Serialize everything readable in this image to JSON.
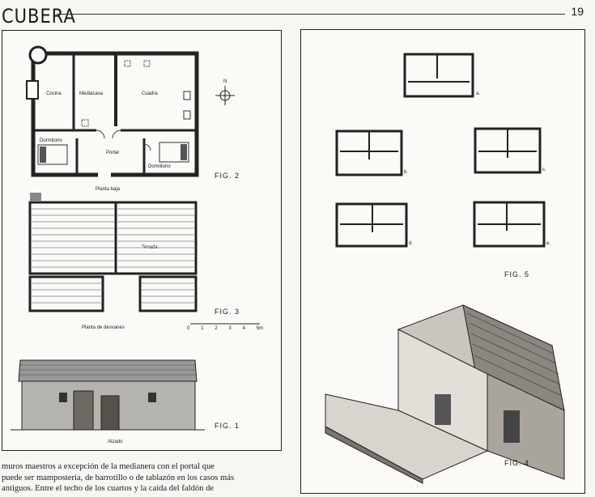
{
  "header": {
    "title": "CUBERA",
    "page_number": "19"
  },
  "left_panel": {
    "fig2": {
      "label": "FIG. 2",
      "caption": "Planta baja",
      "rooms": {
        "cocina": "Cocina",
        "mediacasa": "Mediacasa",
        "cuadra": "Cuadra",
        "portal": "Portal",
        "dormitorio_left": "Dormitorio",
        "dormitorio_right": "Dormitorio"
      },
      "compass_north": "N"
    },
    "fig3": {
      "label": "FIG. 3",
      "caption": "Planta de desvanes",
      "room": "Tenada",
      "scale_ticks": [
        "0",
        "1",
        "2",
        "3",
        "4",
        "5m"
      ]
    },
    "fig1": {
      "label": "FIG. 1",
      "caption": "Alzado"
    }
  },
  "right_panel": {
    "fig5": {
      "label": "FIG. 5",
      "variants": [
        "a.",
        "b.",
        "c.",
        "d.",
        "e."
      ]
    },
    "fig4": {
      "label": "FIG. 4"
    }
  },
  "body_text": {
    "lines": [
      "muros maestros a excepción de la medianera con el portal que",
      "puede ser mampostería, de barrotillo o de tablazón en los casos más",
      "antiguos. Entre el techo de los cuartos y la caída del faldón de"
    ]
  }
}
